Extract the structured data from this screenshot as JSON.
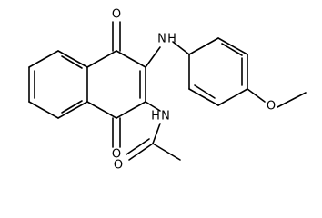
{
  "diagram": {
    "type": "chemical-structure",
    "atom_labels": {
      "o_top": "O",
      "nh_top": "N",
      "h_top": "H",
      "o_bottom": "O",
      "nh_bottom": "N",
      "h_bottom": "H",
      "o_acetyl": "O",
      "o_methoxy": "O"
    }
  }
}
